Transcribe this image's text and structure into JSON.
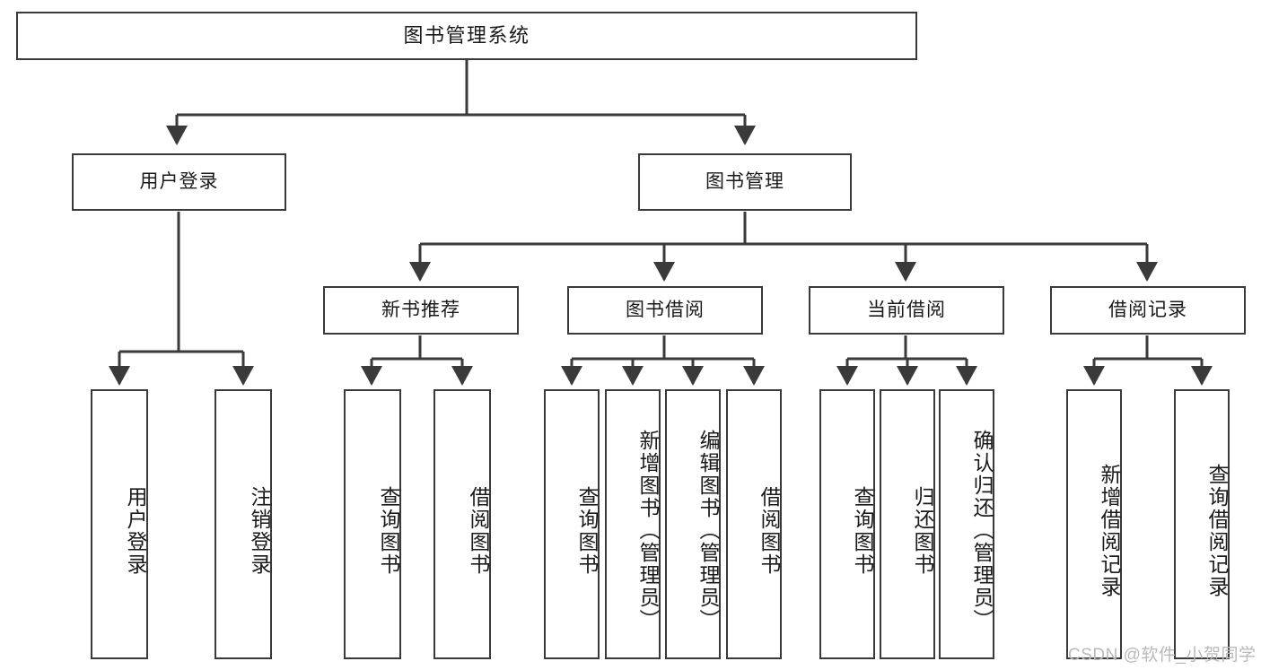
{
  "diagram": {
    "title": "图书管理系统",
    "type": "tree-hierarchy-chart",
    "colors": {
      "box_border": "#3a3a3a",
      "box_fill": "#ffffff",
      "edge": "#3a3a3a",
      "text": "#1a1a1a",
      "watermark": "#b9b9b9",
      "background": "#ffffff"
    },
    "root": {
      "label": "图书管理系统"
    },
    "level2": [
      {
        "id": "user-login",
        "label": "用户登录"
      },
      {
        "id": "book-management",
        "label": "图书管理"
      }
    ],
    "level3": [
      {
        "id": "new-book-recommend",
        "label": "新书推荐"
      },
      {
        "id": "book-borrow",
        "label": "图书借阅"
      },
      {
        "id": "current-borrow",
        "label": "当前借阅"
      },
      {
        "id": "borrow-record",
        "label": "借阅记录"
      }
    ],
    "leaves": {
      "user_login": [
        {
          "id": "leaf-user-login",
          "label": "用户登录"
        },
        {
          "id": "leaf-logout-login",
          "label": "注销登录"
        }
      ],
      "new_book_recommend": [
        {
          "id": "leaf-query-book-1",
          "label": "查询图书"
        },
        {
          "id": "leaf-borrow-book-1",
          "label": "借阅图书"
        }
      ],
      "book_borrow": [
        {
          "id": "leaf-query-book-2",
          "label": "查询图书"
        },
        {
          "id": "leaf-add-book",
          "label": "新增图书（管理员）"
        },
        {
          "id": "leaf-edit-book",
          "label": "编辑图书（管理员）"
        },
        {
          "id": "leaf-borrow-book-2",
          "label": "借阅图书"
        }
      ],
      "current_borrow": [
        {
          "id": "leaf-query-book-3",
          "label": "查询图书"
        },
        {
          "id": "leaf-return-book",
          "label": "归还图书"
        },
        {
          "id": "leaf-confirm-return",
          "label": "确认归还（管理员）"
        }
      ],
      "borrow_record": [
        {
          "id": "leaf-add-record",
          "label": "新增借阅记录"
        },
        {
          "id": "leaf-query-record",
          "label": "查询借阅记录"
        }
      ]
    }
  },
  "watermark": {
    "text": "CSDN @软件_小贺同学"
  }
}
